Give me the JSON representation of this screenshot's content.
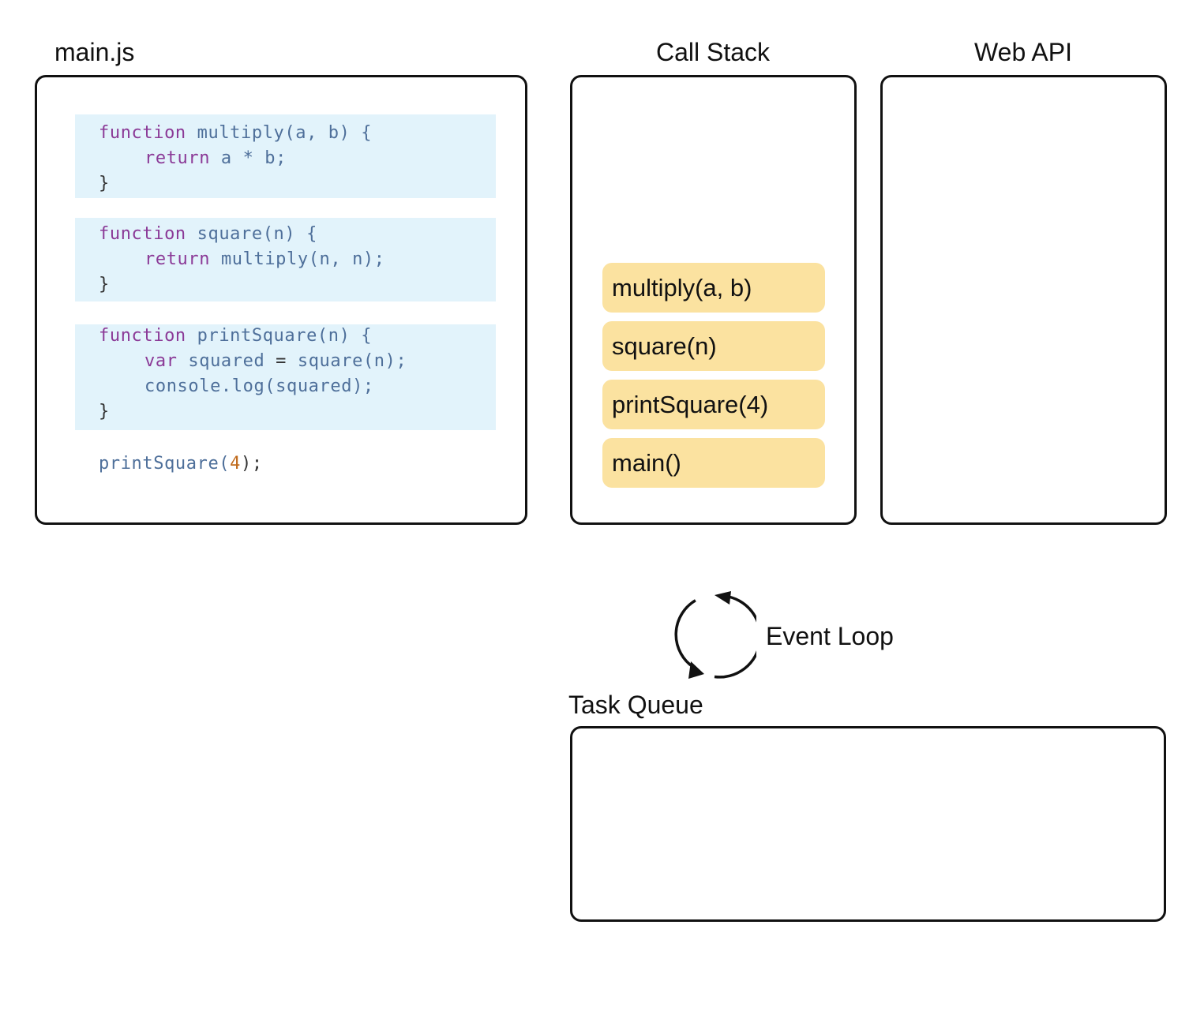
{
  "panels": {
    "main_title": "main.js",
    "call_stack_title": "Call Stack",
    "web_api_title": "Web API",
    "task_queue_title": "Task Queue",
    "event_loop_label": "Event Loop"
  },
  "code": {
    "multiply": {
      "kw": "function",
      "name": "multiply",
      "params": "(a, b) {",
      "body_kw": "return",
      "body": " a * b;",
      "close": "}"
    },
    "square": {
      "kw": "function",
      "name": "square",
      "params": "(n) {",
      "body_kw": "return",
      "body_call": "multiply",
      "body": "(n, n);",
      "close": "}"
    },
    "printSquare": {
      "kw": "function",
      "name": "printSquare",
      "params": "(n) {",
      "line1_kw": "var",
      "line1_var": " squared ",
      "line1_eq": "=",
      "line1_call": " square",
      "line1_rest": "(n);",
      "line2_obj": "console",
      "line2_rest": ".log(squared);",
      "close": "}"
    },
    "call": {
      "name": "printSquare",
      "open": "(",
      "arg": "4",
      "close": ");"
    }
  },
  "call_stack": [
    "multiply(a, b)",
    "square(n)",
    "printSquare(4)",
    "main()"
  ],
  "colors": {
    "code_bg": "#e2f3fb",
    "stack_frame": "#fbe2a0",
    "keyword": "#8b3a97",
    "function_name": "#4e6f9a",
    "number": "#c06a1c",
    "border": "#111111"
  },
  "icons": {
    "event_loop": "circular-arrows-icon"
  }
}
